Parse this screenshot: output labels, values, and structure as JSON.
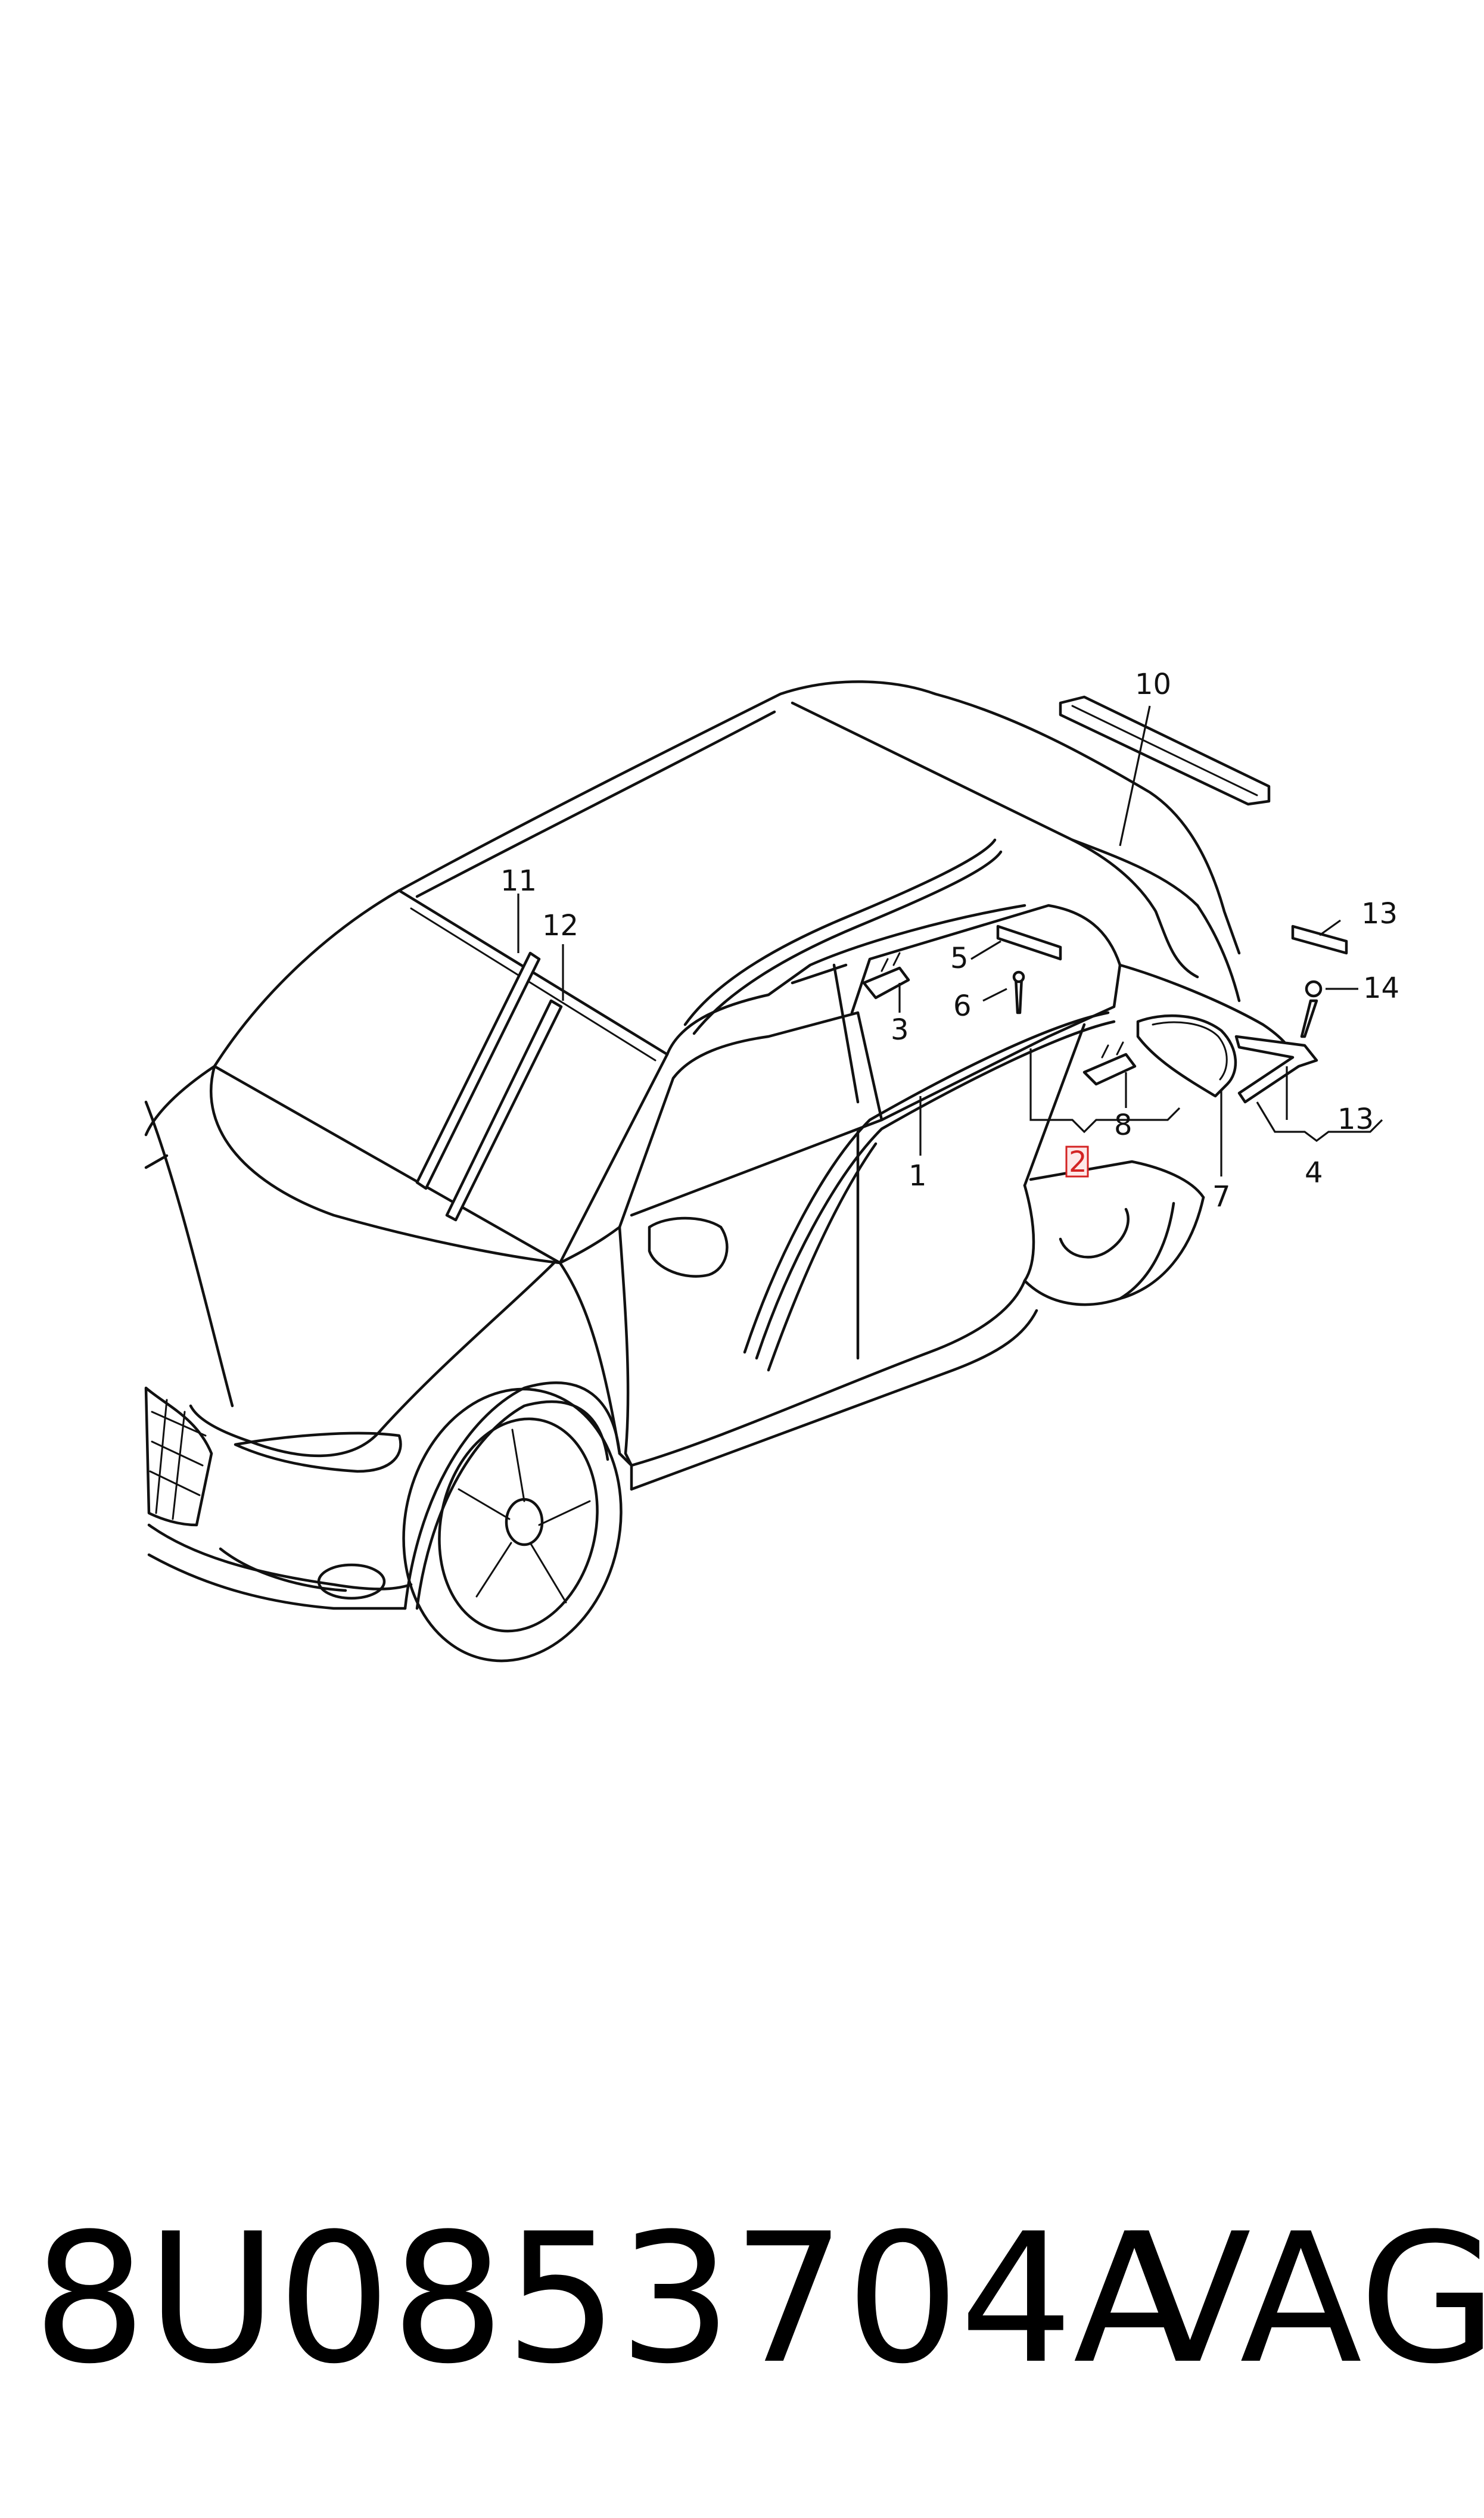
{
  "callouts": {
    "c1": "1",
    "c2": "2",
    "c3": "3",
    "c4": "4",
    "c5": "5",
    "c6": "6",
    "c7": "7",
    "c8": "8",
    "c10": "10",
    "c11": "11",
    "c12": "12",
    "c13a": "13",
    "c13b": "13",
    "c14": "14"
  },
  "highlight_color": "#d32222",
  "footer": {
    "part_number": "8U0853704A",
    "brand": "VAG"
  }
}
